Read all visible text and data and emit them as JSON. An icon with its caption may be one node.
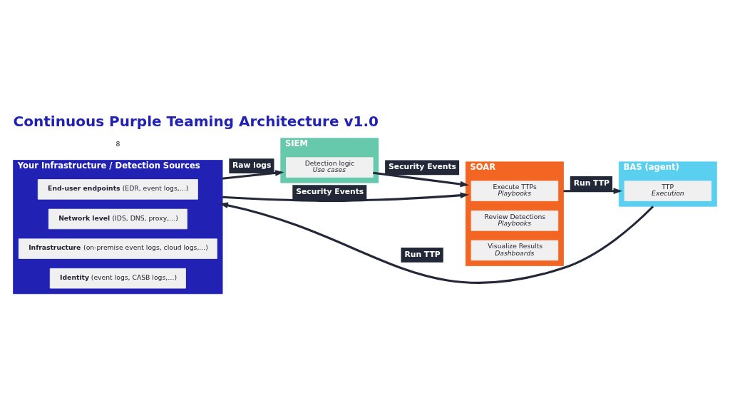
{
  "diagram": {
    "title": "Continuous Purple Teaming Architecture v1.0",
    "nodes": [
      {
        "text": [
          "Your Infrastructure / Detection Sources"
        ]
      },
      {
        "text": [
          "**End-user endpoints** (EDR, event logs,…)"
        ],
        "in": 0
      },
      {
        "text": [
          "**Network level** (IDS, DNS, proxy,…)"
        ],
        "in": 0
      },
      {
        "text": [
          "**Infrastructure** (on-premise event logs, cloud logs,...)"
        ],
        "in": 0
      },
      {
        "text": [
          "**Identity** (event logs, CASB logs,…)"
        ],
        "in": 0
      },
      {
        "text": [
          "SIEM"
        ]
      },
      {
        "text": [
          "Detection logic",
          "Use cases"
        ],
        "in": 5
      },
      {
        "text": [
          "SOAR"
        ]
      },
      {
        "text": [
          "Execute TTPs",
          "Playbooks"
        ],
        "in": 7
      },
      {
        "text": [
          "Review Detections",
          "Playbooks"
        ],
        "in": 7
      },
      {
        "text": [
          "Visualize Results",
          "Dashboards"
        ],
        "in": 7
      },
      {
        "text": [
          "BAS (agent)"
        ]
      },
      {
        "text": [
          "TTP",
          "Execution"
        ],
        "in": 11
      }
    ],
    "edges": [
      {
        "from": 0,
        "to": 5,
        "arrow": "to",
        "label": "Raw logs"
      },
      {
        "from": 6,
        "to": 7,
        "arrow": "to",
        "label": "Security Events"
      },
      {
        "from": 0,
        "to": 7,
        "arrow": "to",
        "label": "Security Events"
      },
      {
        "from": 7,
        "to": 11,
        "arrow": "to",
        "label": "Run TTP"
      },
      {
        "from": 11,
        "to": 0,
        "arrow": "to",
        "label": "Run TTP"
      }
    ],
    "labels": [
      "8"
    ]
  }
}
